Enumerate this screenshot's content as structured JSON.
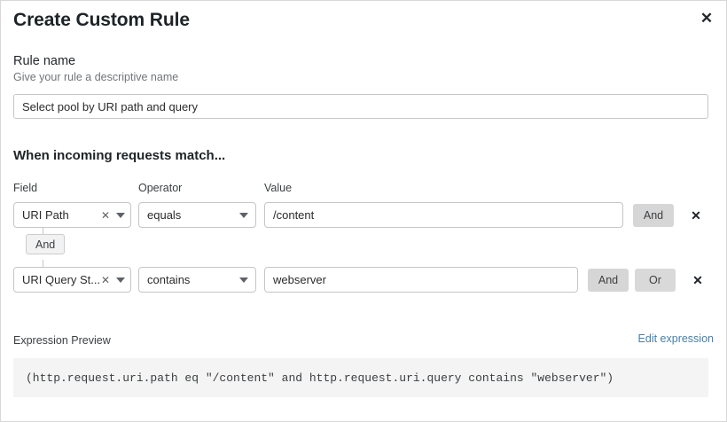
{
  "dialog": {
    "title": "Create Custom Rule",
    "close_icon": "close-icon"
  },
  "rule_name": {
    "label": "Rule name",
    "hint": "Give your rule a descriptive name",
    "value": "Select pool by URI path and query",
    "placeholder": ""
  },
  "match_section": {
    "heading": "When incoming requests match...",
    "columns": {
      "field": "Field",
      "operator": "Operator",
      "value": "Value"
    },
    "connector_label": "And",
    "rows": [
      {
        "field": "URI Path",
        "operator": "equals",
        "value": "/content",
        "clear_icon": "clear-icon",
        "caret_icon": "chevron-down-icon",
        "buttons": [
          "And"
        ],
        "delete_icon": "delete-icon"
      },
      {
        "field": "URI Query St...",
        "operator": "contains",
        "value": "webserver",
        "clear_icon": "clear-icon",
        "caret_icon": "chevron-down-icon",
        "buttons": [
          "And",
          "Or"
        ],
        "delete_icon": "delete-icon"
      }
    ]
  },
  "expression_preview": {
    "title": "Expression Preview",
    "edit_link": "Edit expression",
    "code": "(http.request.uri.path eq \"/content\" and http.request.uri.query contains \"webserver\")"
  },
  "colors": {
    "link": "#4a7fa5",
    "button_gray": "#d6d6d6",
    "code_bg": "#f4f4f4",
    "border": "#c6c6c6"
  }
}
